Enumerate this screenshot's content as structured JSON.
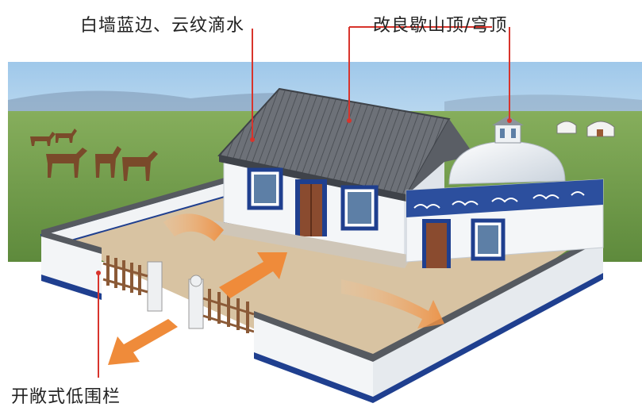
{
  "annotations": {
    "wall": "白墙蓝边、云纹滴水",
    "roof": "改良歇山顶/穹顶",
    "fence": "开敞式低围栏"
  },
  "colors": {
    "wall_white": "#f4f6f8",
    "blue_trim": "#1f3f8f",
    "roof_gray": "#6d7178",
    "ground_beige": "#d9c6a8",
    "grass_green": "#6f9a4a",
    "sky_blue": "#bcd9ef",
    "door_brown": "#8a4b2f",
    "arrow_orange": "#ef8b3a",
    "callout_red": "#d8342c"
  },
  "icons": [
    "horse-figure",
    "yurt",
    "arrow",
    "dome"
  ]
}
